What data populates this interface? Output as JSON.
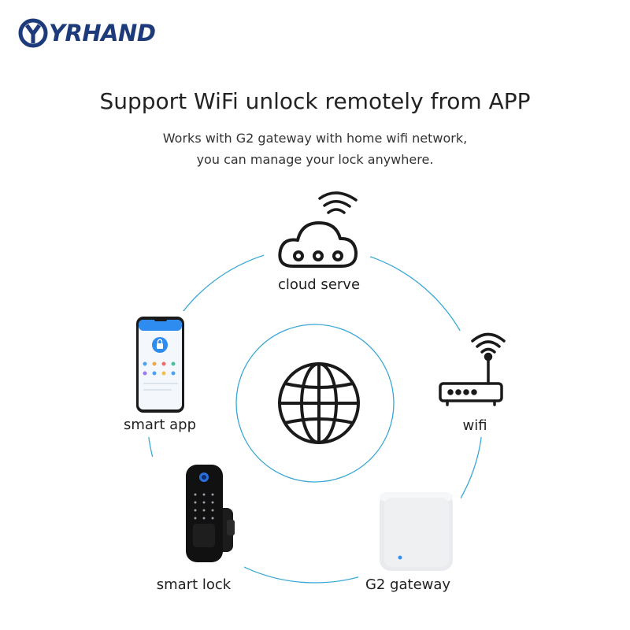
{
  "brand": {
    "name": "YRHAND",
    "color": "#1d3a7a"
  },
  "headline": {
    "title": "Support WiFi unlock remotely from APP",
    "subtitle_line1": "Works with G2 gateway with home wifi network,",
    "subtitle_line2": "you can manage your lock anywhere."
  },
  "nodes": {
    "cloud": {
      "label": "cloud serve",
      "icon": "cloud-icon"
    },
    "wifi": {
      "label": "wifi",
      "icon": "router-icon"
    },
    "gateway": {
      "label": "G2 gateway",
      "icon": "gateway-device-icon"
    },
    "lock": {
      "label": "smart lock",
      "icon": "smart-lock-icon"
    },
    "app": {
      "label": "smart app",
      "icon": "smartphone-icon"
    },
    "center": {
      "icon": "globe-icon"
    }
  },
  "colors": {
    "ring": "#3aa7d6",
    "icon": "#1a1a1a"
  }
}
